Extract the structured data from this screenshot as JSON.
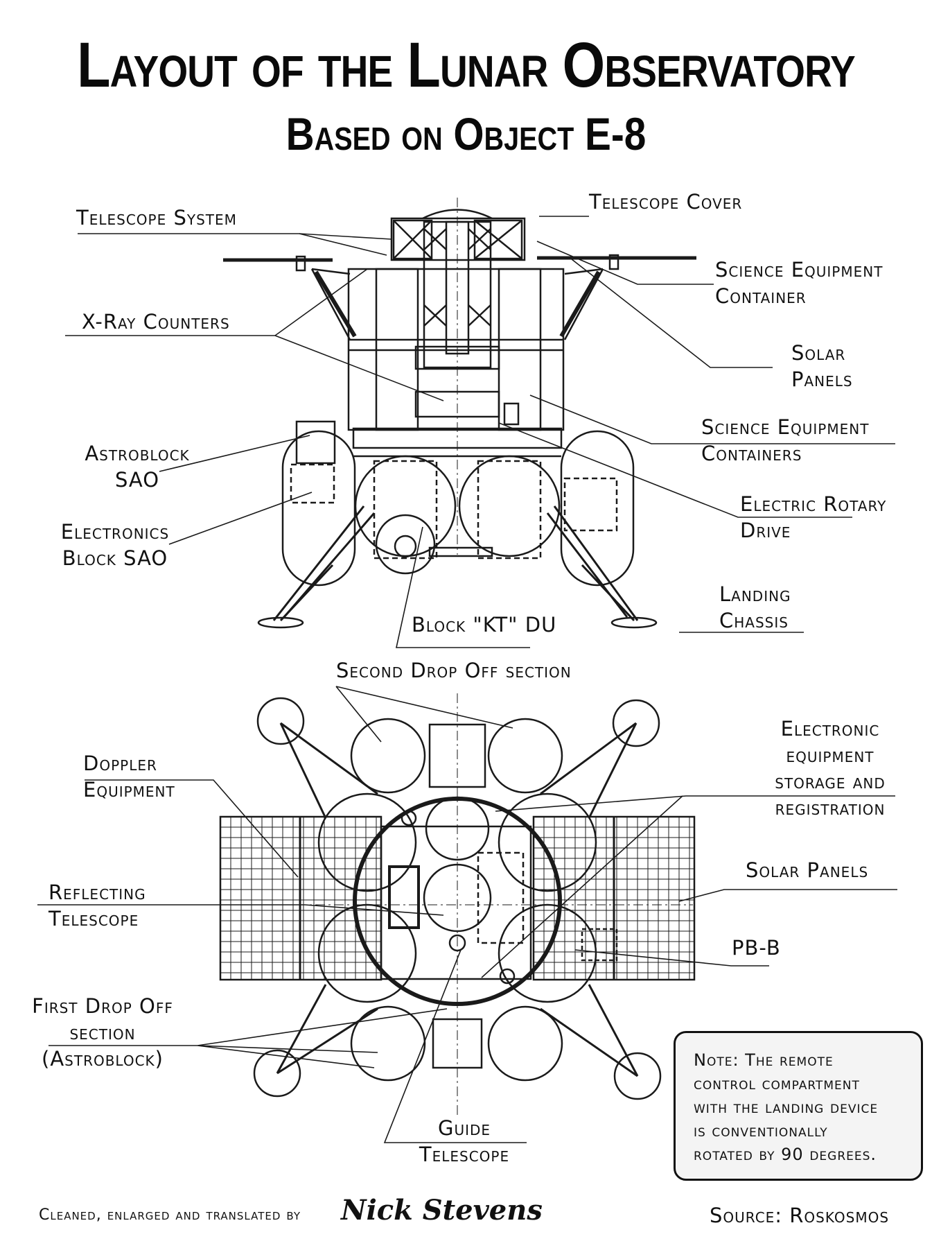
{
  "title": "Layout of the Lunar Observatory",
  "subtitle": "Based on Object E-8",
  "top_view": {
    "labels": {
      "telescope_cover": "Telescope Cover",
      "telescope_system": "Telescope System",
      "science_equipment_container": [
        "Science Equipment",
        "Container"
      ],
      "xray_counters": "X-Ray Counters",
      "solar_panels": [
        "Solar",
        "Panels"
      ],
      "science_equipment_containers": [
        "Science Equipment",
        "Containers"
      ],
      "astroblock_sao": [
        "Astroblock",
        "SAO"
      ],
      "electric_rotary_drive": [
        "Electric Rotary",
        "Drive"
      ],
      "electronics_block_sao": [
        "Electronics",
        "Block SAO"
      ],
      "landing_chassis": [
        "Landing",
        "Chassis"
      ],
      "block_kt_du": "Block \"KT\" DU"
    }
  },
  "bottom_view": {
    "labels": {
      "second_drop_off": "Second Drop Off section",
      "electronic_equipment": [
        "Electronic",
        "equipment",
        "storage and",
        "registration"
      ],
      "doppler_equipment": [
        "Doppler",
        "Equipment"
      ],
      "solar_panels": "Solar Panels",
      "reflecting_telescope": [
        "Reflecting",
        "Telescope"
      ],
      "pb_b": "PB-B",
      "first_drop_off": [
        "First Drop Off",
        "section",
        "(Astroblock)"
      ],
      "guide_telescope": [
        "Guide",
        "Telescope"
      ]
    }
  },
  "note": [
    "Note: The remote",
    "control compartment",
    "with the landing device",
    "is conventionally",
    "rotated by 90 degrees."
  ],
  "footer": {
    "credit": "Cleaned, enlarged and translated by",
    "signature": "Nick Stevens",
    "source": "Source: Roskosmos"
  }
}
